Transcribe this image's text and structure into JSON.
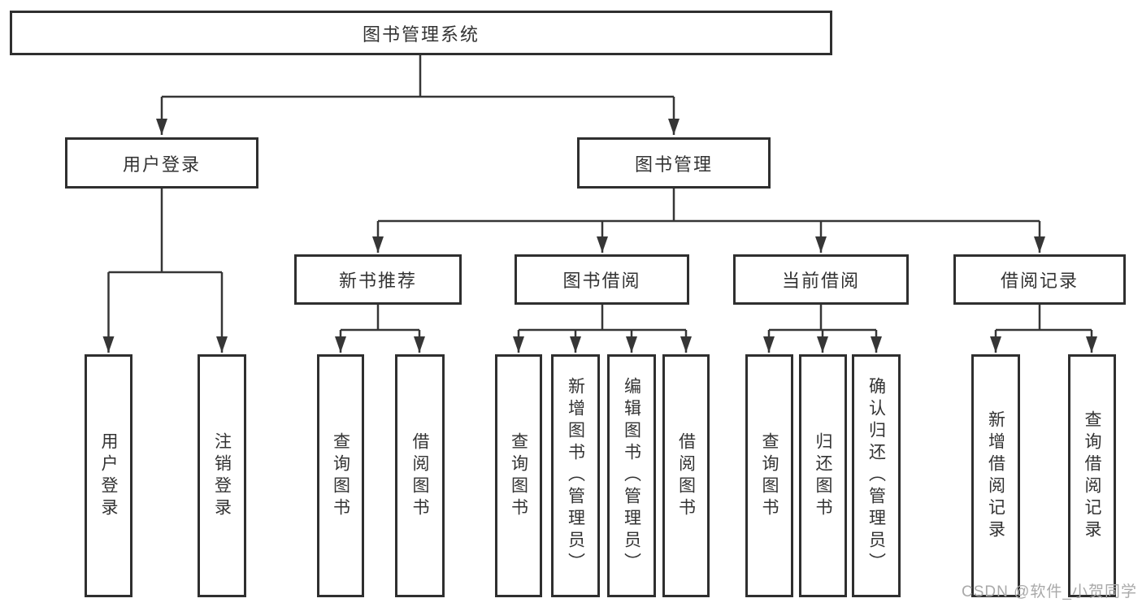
{
  "diagram": {
    "root": "图书管理系统",
    "user_branch": {
      "label": "用户登录",
      "children": [
        "用户登录",
        "注销登录"
      ]
    },
    "book_branch": {
      "label": "图书管理",
      "sections": [
        {
          "label": "新书推荐",
          "children": [
            "查询图书",
            "借阅图书"
          ]
        },
        {
          "label": "图书借阅",
          "children": [
            "查询图书",
            "新增图书（管理员）",
            "编辑图书（管理员）",
            "借阅图书"
          ]
        },
        {
          "label": "当前借阅",
          "children": [
            "查询图书",
            "归还图书",
            "确认归还（管理员）"
          ]
        },
        {
          "label": "借阅记录",
          "children": [
            "新增借阅记录",
            "查询借阅记录"
          ]
        }
      ]
    }
  },
  "watermark": "CSDN @软件_小贺同学",
  "colors": {
    "line": "#363636",
    "border": "#2f2f2f",
    "text": "#333333",
    "background": "#ffffff",
    "watermark": "#a9a9a9"
  }
}
